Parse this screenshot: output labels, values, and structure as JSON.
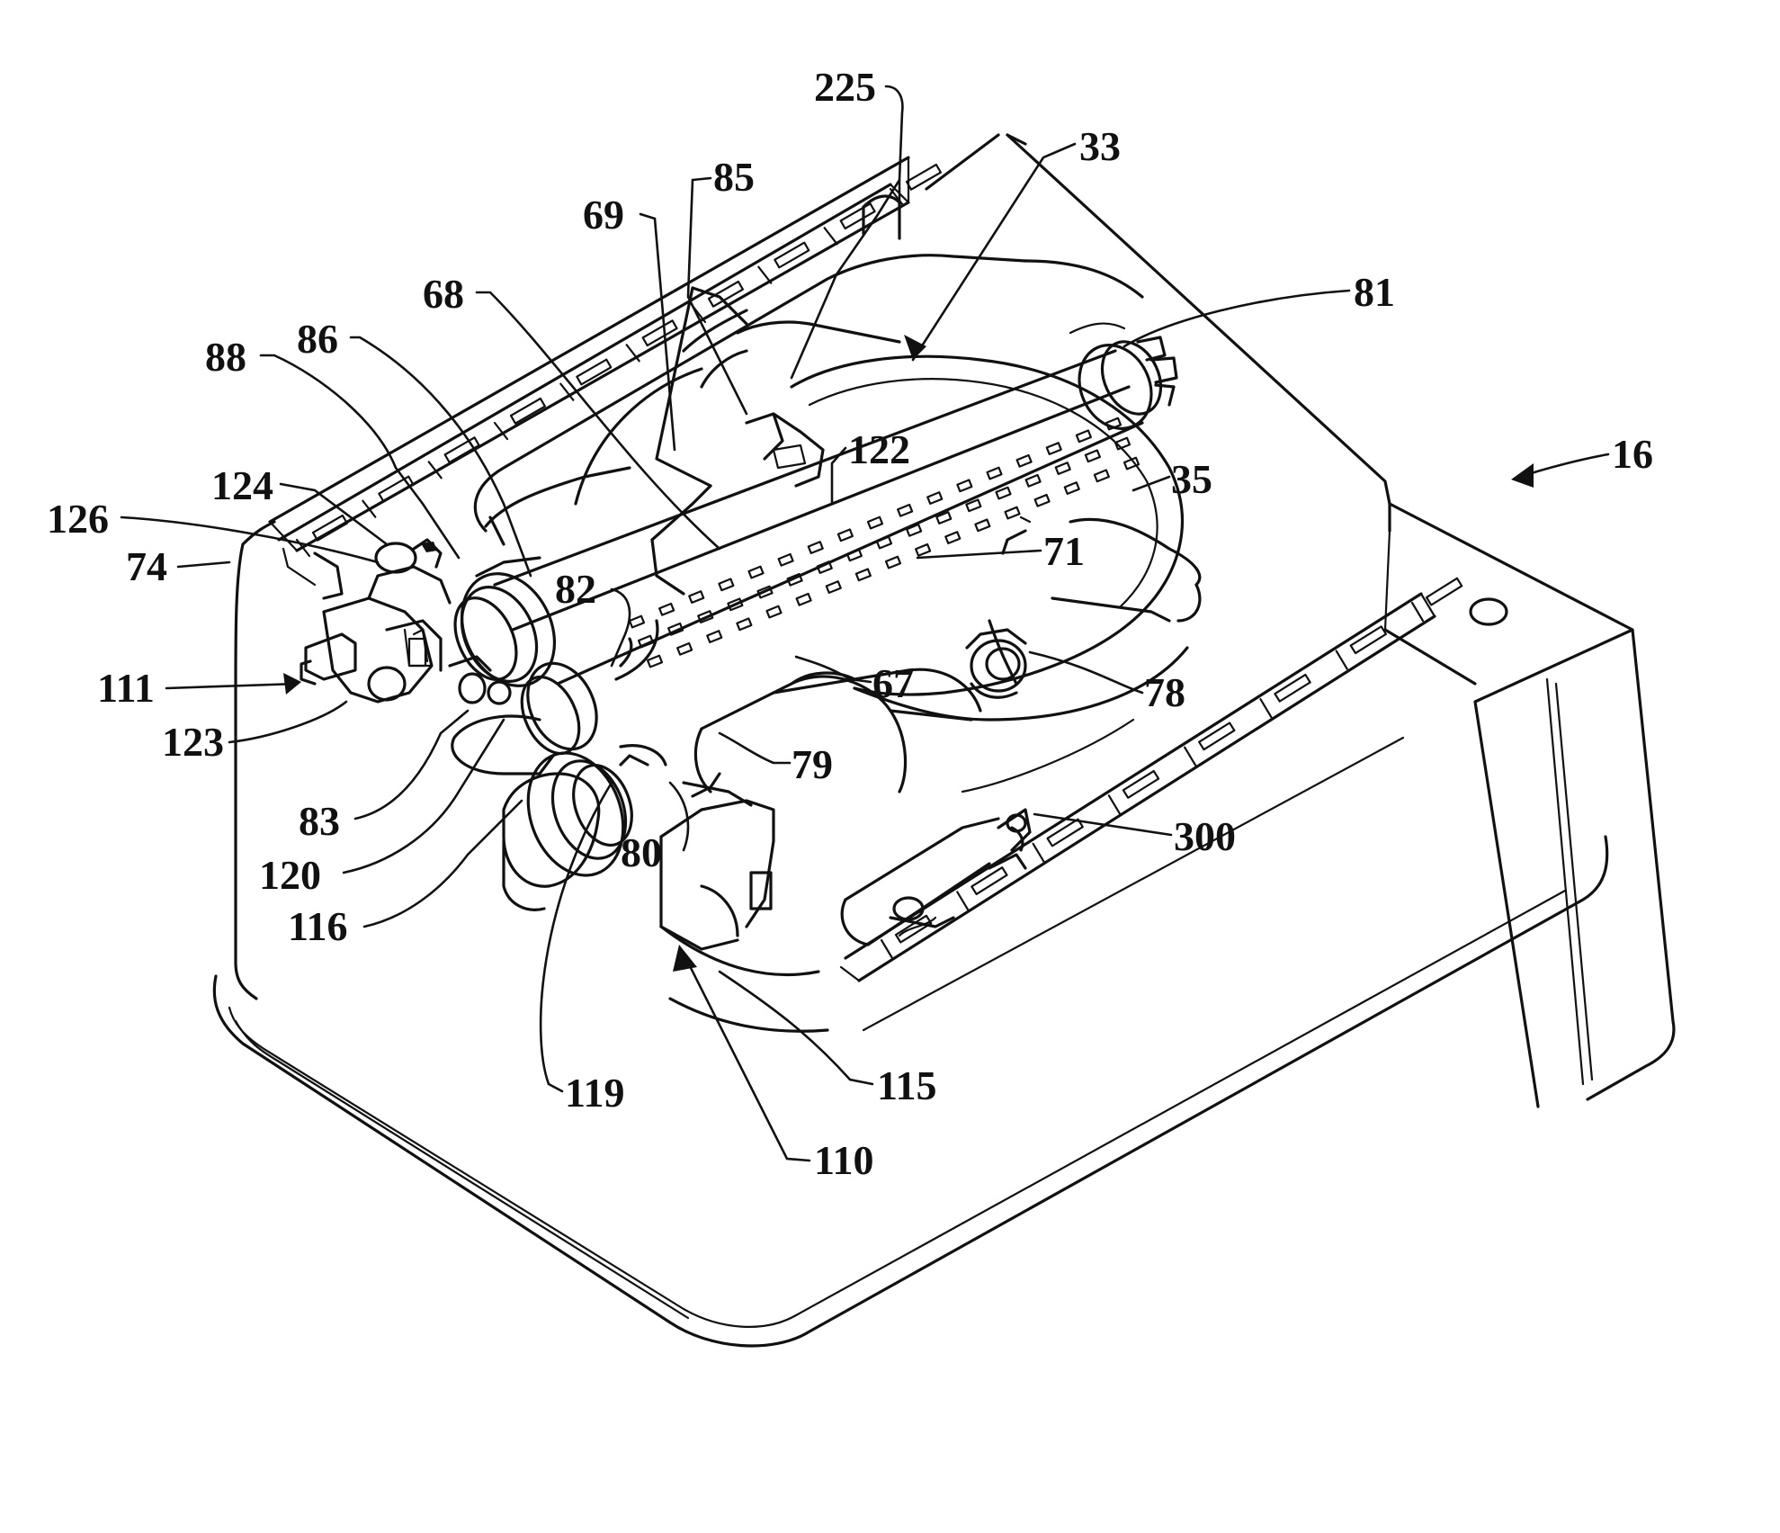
{
  "figure": {
    "reference_numerals": [
      {
        "id": "n225",
        "text": "225"
      },
      {
        "id": "n33",
        "text": "33"
      },
      {
        "id": "n85",
        "text": "85"
      },
      {
        "id": "n69",
        "text": "69"
      },
      {
        "id": "n68",
        "text": "68"
      },
      {
        "id": "n81",
        "text": "81"
      },
      {
        "id": "n88",
        "text": "88"
      },
      {
        "id": "n86",
        "text": "86"
      },
      {
        "id": "n16",
        "text": "16"
      },
      {
        "id": "n122",
        "text": "122"
      },
      {
        "id": "n124",
        "text": "124"
      },
      {
        "id": "n35",
        "text": "35"
      },
      {
        "id": "n126",
        "text": "126"
      },
      {
        "id": "n71",
        "text": "71"
      },
      {
        "id": "n74",
        "text": "74"
      },
      {
        "id": "n82",
        "text": "82"
      },
      {
        "id": "n111",
        "text": "111"
      },
      {
        "id": "n67",
        "text": "67"
      },
      {
        "id": "n78",
        "text": "78"
      },
      {
        "id": "n123",
        "text": "123"
      },
      {
        "id": "n79",
        "text": "79"
      },
      {
        "id": "n83",
        "text": "83"
      },
      {
        "id": "n300",
        "text": "300"
      },
      {
        "id": "n80",
        "text": "80"
      },
      {
        "id": "n120",
        "text": "120"
      },
      {
        "id": "n116",
        "text": "116"
      },
      {
        "id": "n119",
        "text": "119"
      },
      {
        "id": "n115",
        "text": "115"
      },
      {
        "id": "n110",
        "text": "110"
      }
    ]
  }
}
